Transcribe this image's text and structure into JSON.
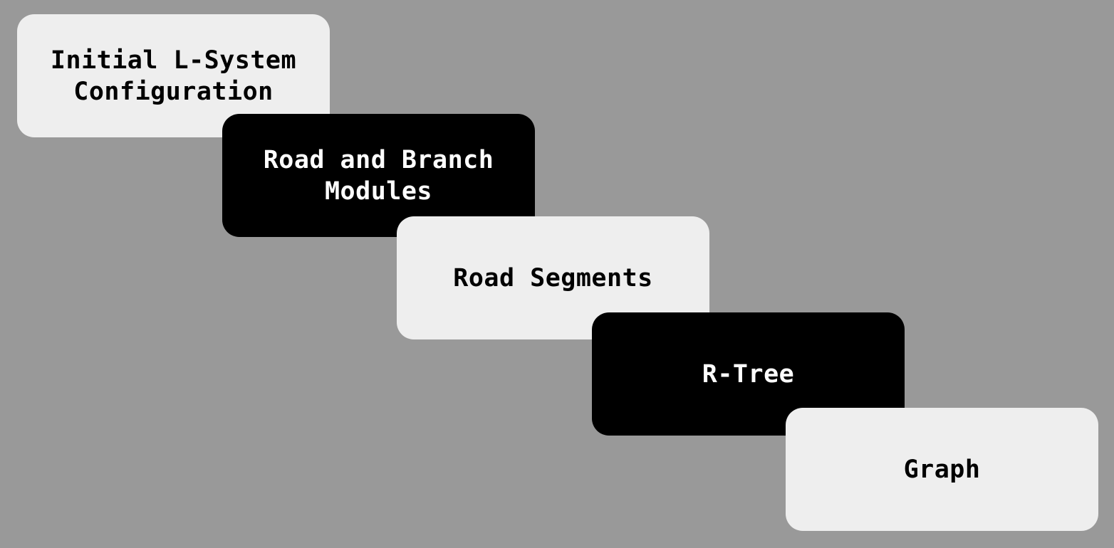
{
  "colors": {
    "background": "#999999",
    "light_box": "#eeeeee",
    "dark_box": "#000000",
    "light_text": "#000000",
    "dark_text": "#ffffff"
  },
  "steps": [
    {
      "label": "Initial L-System\nConfiguration",
      "style": "light"
    },
    {
      "label": "Road and Branch\nModules",
      "style": "dark"
    },
    {
      "label": "Road Segments",
      "style": "light"
    },
    {
      "label": "R-Tree",
      "style": "dark"
    },
    {
      "label": "Graph",
      "style": "light"
    }
  ]
}
